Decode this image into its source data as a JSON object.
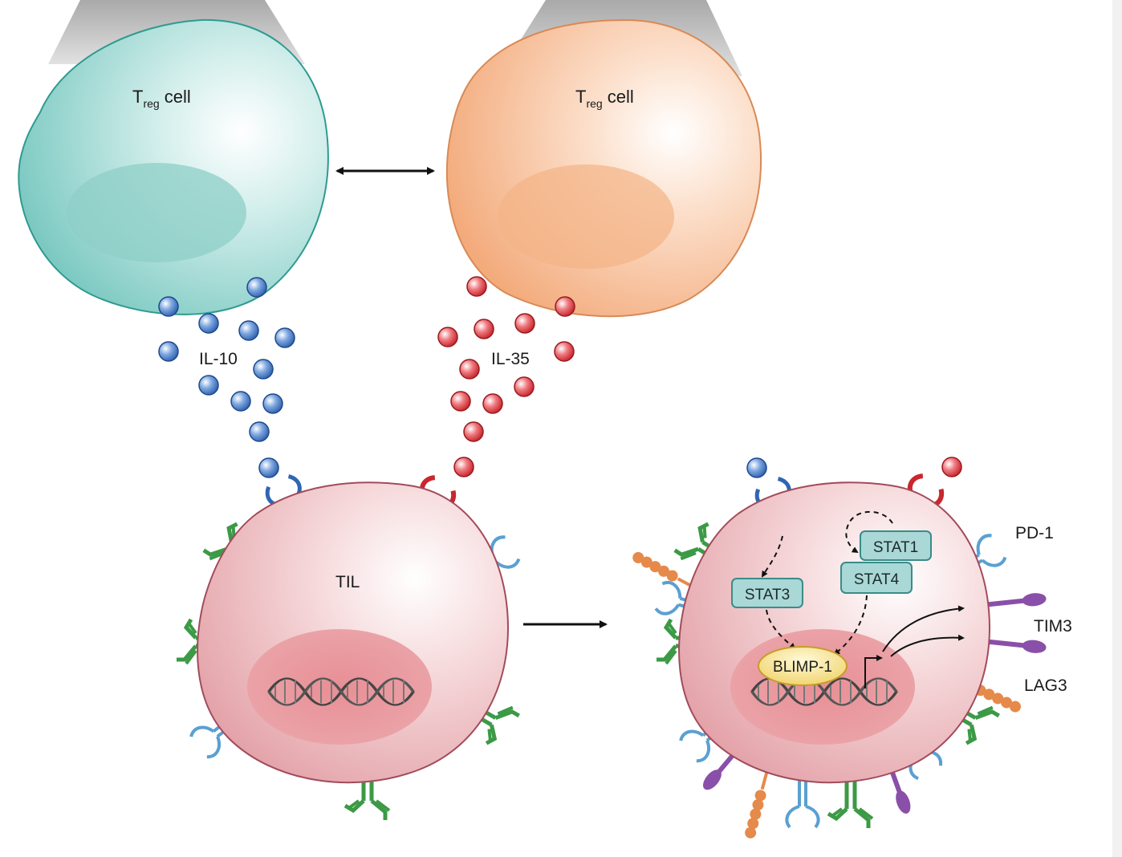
{
  "treg_left": {
    "label_main": "T",
    "label_sub": "reg",
    "label_rest": " cell",
    "color": "#7cc9c2"
  },
  "treg_right": {
    "label_main": "T",
    "label_sub": "reg",
    "label_rest": " cell",
    "color": "#f6b98e"
  },
  "cytokine_left": {
    "label": "IL-10",
    "color": "#3a6fc0"
  },
  "cytokine_right": {
    "label": "IL-35",
    "color": "#d9323a"
  },
  "til": {
    "label": "TIL",
    "color": "#eab3b7"
  },
  "signaling": {
    "stat3": "STAT3",
    "stat1": "STAT1",
    "stat4": "STAT4",
    "blimp1": "BLIMP-1"
  },
  "receptors": {
    "pd1": "PD-1",
    "tim3": "TIM3",
    "lag3": "LAG3"
  },
  "colors": {
    "green_receptor": "#3c9a46",
    "blue_receptor": "#5aa0d2",
    "purple_receptor": "#8a4fa8",
    "orange_receptor": "#e58a4a",
    "stat_box": "#a9d8d6"
  }
}
